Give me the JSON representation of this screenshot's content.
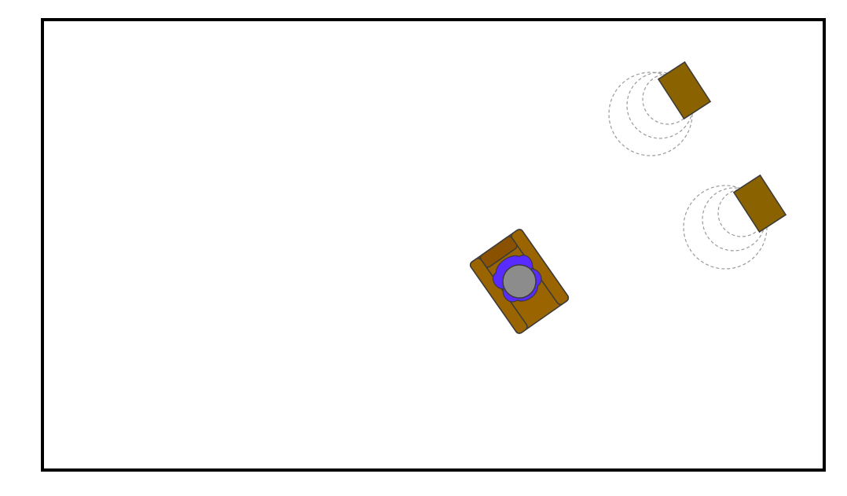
{
  "scene": {
    "background": "#ffffff",
    "wall_color": "#000000",
    "chair": {
      "name": "armchair-with-person",
      "seat_color": "#9a6400",
      "cushion_color": "#8a5200",
      "person_hair_color": "#5a2bff",
      "person_head_color": "#8c8c8c"
    },
    "speakers": [
      {
        "name": "speaker-top",
        "color": "#8a6200",
        "waves": 3
      },
      {
        "name": "speaker-right",
        "color": "#8a6200",
        "waves": 3
      }
    ],
    "wave_color": "#9a9a9a"
  }
}
